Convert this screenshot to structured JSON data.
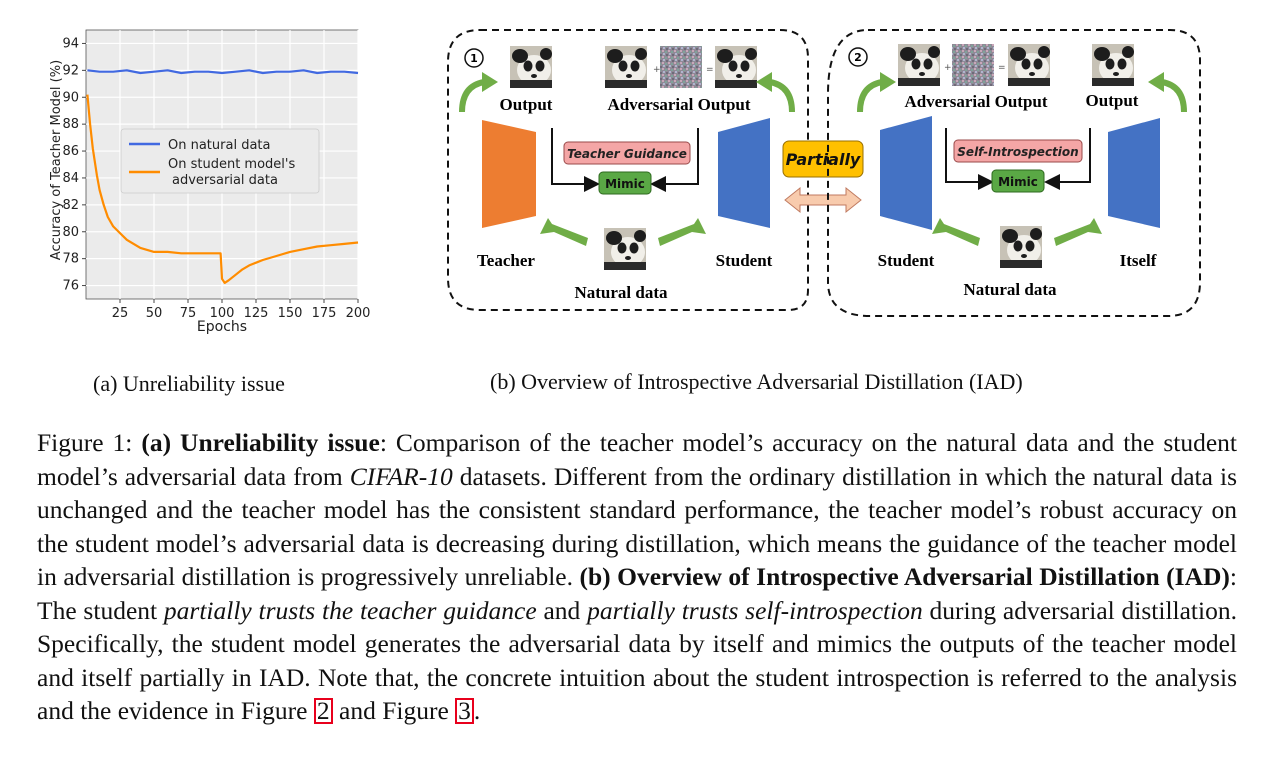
{
  "chart_data": {
    "type": "line",
    "xlabel": "Epochs",
    "ylabel": "Accuracy of Teacher Model (%)",
    "xlim": [
      0,
      200
    ],
    "ylim": [
      75,
      95
    ],
    "xticks": [
      25,
      50,
      75,
      100,
      125,
      150,
      175,
      200
    ],
    "yticks": [
      76,
      78,
      80,
      82,
      84,
      86,
      88,
      90,
      92,
      94
    ],
    "grid": true,
    "legend_position": "center",
    "series": [
      {
        "name": "On natural data",
        "color": "#4169e1",
        "x": [
          1,
          10,
          20,
          30,
          40,
          50,
          60,
          70,
          80,
          90,
          100,
          110,
          120,
          130,
          140,
          150,
          160,
          170,
          180,
          190,
          200
        ],
        "values": [
          92.0,
          91.9,
          91.9,
          92.0,
          91.8,
          91.9,
          92.0,
          91.8,
          91.9,
          91.9,
          91.8,
          91.9,
          92.0,
          91.8,
          91.9,
          91.9,
          92.0,
          91.8,
          91.9,
          91.9,
          91.8
        ]
      },
      {
        "name": "On student model's adversarial data",
        "color": "#ff8c00",
        "x": [
          1,
          3,
          5,
          8,
          10,
          13,
          16,
          20,
          25,
          30,
          40,
          50,
          60,
          70,
          80,
          90,
          99,
          100,
          102,
          105,
          110,
          115,
          120,
          125,
          130,
          140,
          150,
          160,
          170,
          180,
          190,
          200
        ],
        "values": [
          90.2,
          88.0,
          86.2,
          84.2,
          83.1,
          82.0,
          81.1,
          80.4,
          79.9,
          79.4,
          78.8,
          78.5,
          78.5,
          78.4,
          78.4,
          78.4,
          78.4,
          76.5,
          76.2,
          76.4,
          76.8,
          77.2,
          77.5,
          77.7,
          77.9,
          78.2,
          78.5,
          78.7,
          78.9,
          79.0,
          79.1,
          79.2
        ]
      }
    ]
  },
  "diagram": {
    "left": {
      "step": "1",
      "output_label": "Output",
      "adv_output_label": "Adversarial Output",
      "guidance_label": "Teacher Guidance",
      "mimic_label": "Mimic",
      "teacher_label": "Teacher",
      "student_label": "Student",
      "natural_label": "Natural data"
    },
    "middle_label": "Partially",
    "right": {
      "step": "2",
      "adv_output_label": "Adversarial Output",
      "output_label": "Output",
      "guidance_label": "Self-Introspection",
      "mimic_label": "Mimic",
      "student_label": "Student",
      "itself_label": "Itself",
      "natural_label": "Natural data"
    },
    "plus_sign": "+",
    "equals_sign": "=",
    "colors": {
      "teacher_block": "#ed7d31",
      "student_block": "#4472c4",
      "arrow_green": "#70ad47",
      "guidance_fill": "#f4a6a6",
      "mimic_fill": "#5aa845",
      "partially_fill": "#ffc000"
    }
  },
  "subcaptions": {
    "a": "(a)  Unreliability issue",
    "b": "(b)  Overview of Introspective Adversarial Distillation (IAD)"
  },
  "caption": {
    "fig_label": "Figure 1: ",
    "a_label": "(a) Unreliability issue",
    "a_text_1": ": Comparison of the teacher model’s accuracy on the natural data and the student model’s adversarial data from ",
    "a_dataset": "CIFAR-10",
    "a_text_2": " datasets. Different from the ordinary distillation in which the natural data is unchanged and the teacher model has the consistent standard performance, the teacher model’s robust accuracy on the student model’s adversarial data is decreasing during distillation, which means the guidance of the teacher model in adversarial distillation is progressively unreliable. ",
    "b_label": "(b) Overview of Introspective Adversarial Distillation (IAD)",
    "b_text_1": ": The student ",
    "b_italic_1": "partially trusts the teacher guidance",
    "b_text_2": " and ",
    "b_italic_2": "partially trusts self-introspection",
    "b_text_3": " during adversarial distillation. Specifically, the student model generates the adversarial data by itself and mimics the outputs of the teacher model and itself partially in IAD. Note that, the concrete intuition about the student introspection is referred to the analysis and the evidence in Figure ",
    "ref_1": "2",
    "b_text_4": " and Figure ",
    "ref_2": "3",
    "b_text_5": "."
  }
}
